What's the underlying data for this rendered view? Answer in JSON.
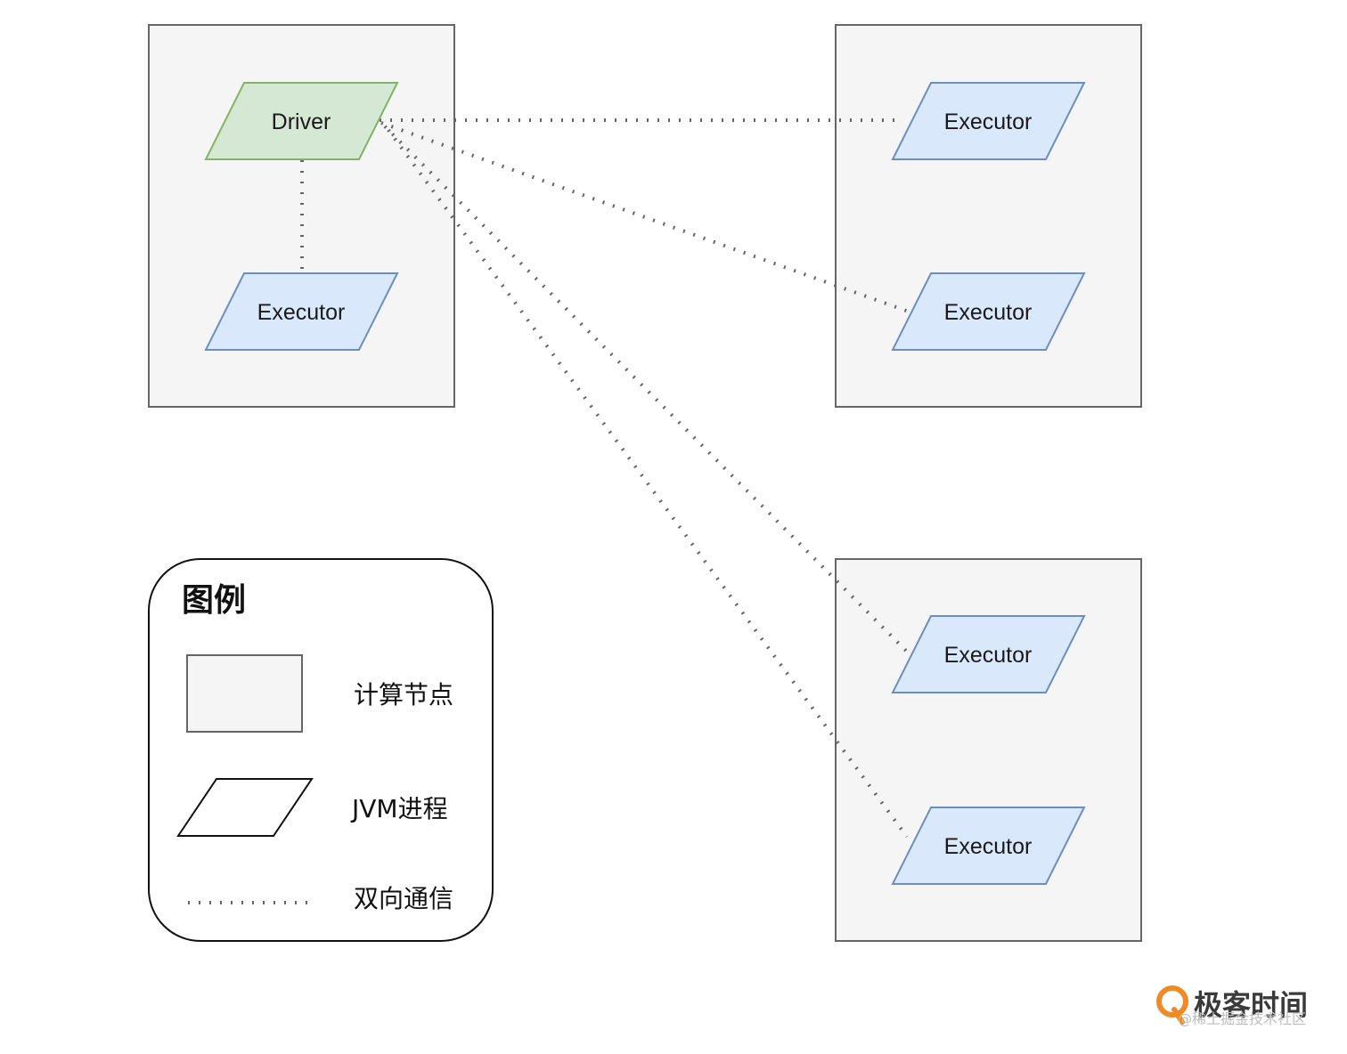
{
  "diagram": {
    "driver": {
      "label": "Driver"
    },
    "executors": [
      {
        "label": "Executor"
      },
      {
        "label": "Executor"
      },
      {
        "label": "Executor"
      },
      {
        "label": "Executor"
      },
      {
        "label": "Executor"
      }
    ]
  },
  "legend": {
    "title": "图例",
    "compute_node": "计算节点",
    "jvm_process": "JVM进程",
    "bidirectional": "双向通信"
  },
  "colors": {
    "driver_fill": "#d5e8d4",
    "driver_stroke": "#82b366",
    "executor_fill": "#dae8fc",
    "executor_stroke": "#6c8ebf",
    "node_fill": "#f5f5f5",
    "node_stroke": "#666666"
  },
  "watermark": {
    "brand": "极客时间",
    "sub": "@稀土掘金技术社区"
  }
}
